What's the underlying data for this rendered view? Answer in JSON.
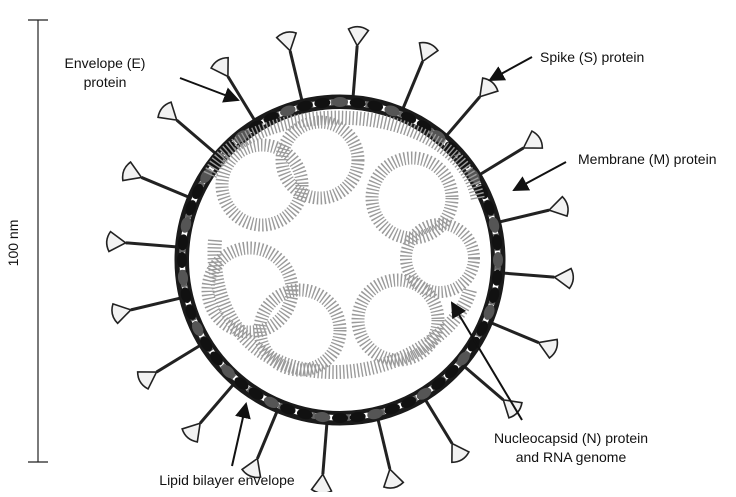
{
  "labels": {
    "scale": "100 nm",
    "envelope_line1": "Envelope (E)",
    "envelope_line2": "protein",
    "spike": "Spike (S) protein",
    "membrane": "Membrane (M) protein",
    "nucleocapsid_line1": "Nucleocapsid (N) protein",
    "nucleocapsid_line2": "and RNA genome",
    "lipid": "Lipid bilayer envelope"
  },
  "colors": {
    "ink": "#111111",
    "membrane": "#1a1a1a",
    "spike_fill": "#f2f2f2",
    "helix": "#9a9a9a"
  }
}
